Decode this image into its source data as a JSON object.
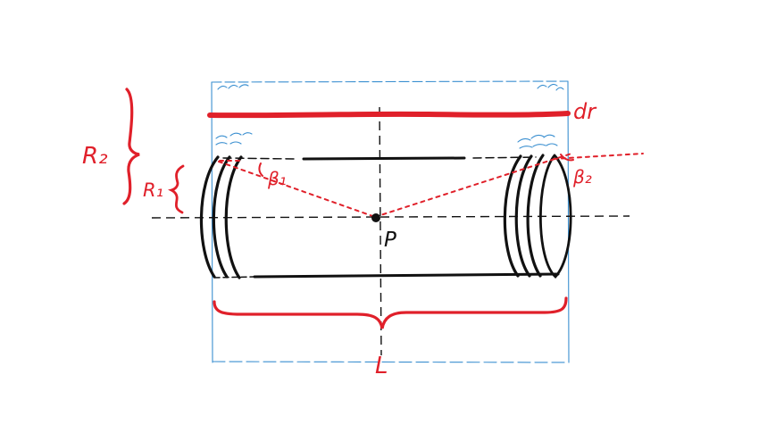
{
  "diagram": {
    "labels": {
      "outer_radius": "R₂",
      "inner_radius": "R₁",
      "shell_thickness": "dr",
      "angle_left": "β₁",
      "angle_right": "β₂",
      "point": "P",
      "length": "L"
    },
    "colors": {
      "ink": "#111111",
      "accent": "#e0202a",
      "construction": "#3a8fd0",
      "background": "#ffffff"
    }
  }
}
